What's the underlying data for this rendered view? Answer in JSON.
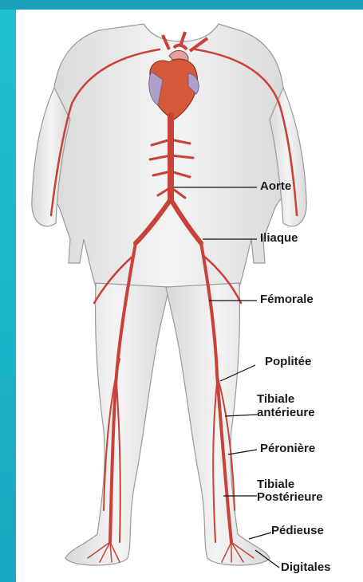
{
  "labels": {
    "aorte": "Aorte",
    "iliaque": "Iliaque",
    "femorale": "Fémorale",
    "poplitee": "Poplitée",
    "tibiale_anterieure_1": "Tibiale",
    "tibiale_anterieure_2": "antérieure",
    "peroniere": "Péronière",
    "tibiale_posterieure_1": "Tibiale",
    "tibiale_posterieure_2": "Postérieure",
    "pedieuse": "Pédieuse",
    "digitales": "Digitales"
  },
  "colors": {
    "frame": "#19b7c9",
    "body": "#ececec",
    "artery": "#c9423a",
    "heart": "#d65a3a"
  }
}
